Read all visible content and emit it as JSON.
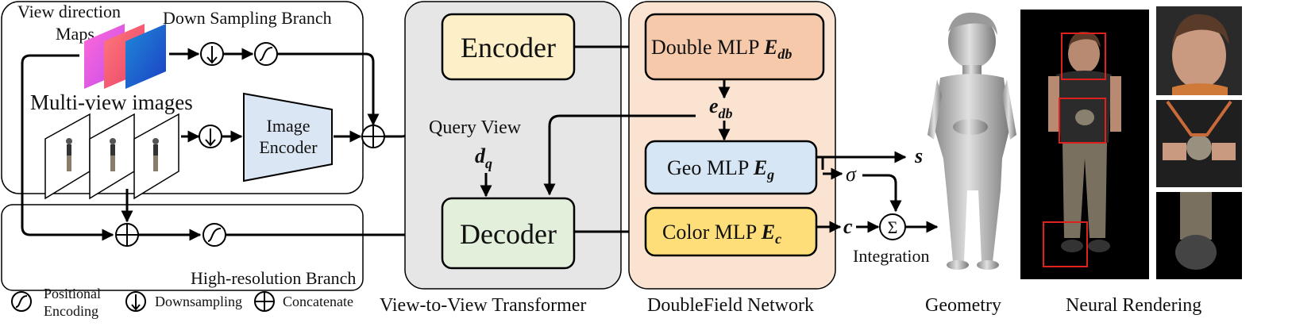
{
  "branches": {
    "down_sampling": "Down Sampling Branch",
    "high_resolution": "High-resolution Branch"
  },
  "inputs": {
    "view_direction_line1": "View direction",
    "view_direction_line2": "Maps",
    "multi_view_images": "Multi-view images",
    "image_encoder_line1": "Image",
    "image_encoder_line2": "Encoder"
  },
  "transformer": {
    "encoder": "Encoder",
    "decoder": "Decoder",
    "query_view": "Query View",
    "query_symbol": "d",
    "query_sub": "q",
    "caption": "View-to-View Transformer"
  },
  "doublefield": {
    "double_mlp": "Double MLP ",
    "double_mlp_sym": "E",
    "double_mlp_sub": "db",
    "e_db": "e",
    "e_db_sub": "db",
    "geo_mlp": "Geo MLP ",
    "geo_mlp_sym": "E",
    "geo_mlp_sub": "g",
    "color_mlp": "Color MLP ",
    "color_mlp_sym": "E",
    "color_mlp_sub": "c",
    "caption": "DoubleField Network"
  },
  "outputs": {
    "s": "s",
    "sigma": "σ",
    "c": "c",
    "sum": "Σ",
    "integration": "Integration",
    "geometry": "Geometry",
    "neural_rendering": "Neural Rendering"
  },
  "legend": {
    "positional_line1": "Positional",
    "positional_line2": "Encoding",
    "downsampling": "Downsampling",
    "concatenate": "Concatenate"
  },
  "colors": {
    "transformer_bg": "#e6e6e6",
    "doublefield_bg": "#fbe3d2",
    "encoder_fill": "#fdf0c8",
    "decoder_fill": "#e2efda",
    "double_mlp_fill": "#f6c9aa",
    "geo_mlp_fill": "#d7e6f5",
    "color_mlp_fill": "#fdde78",
    "image_encoder_fill": "#dbe6f4"
  }
}
